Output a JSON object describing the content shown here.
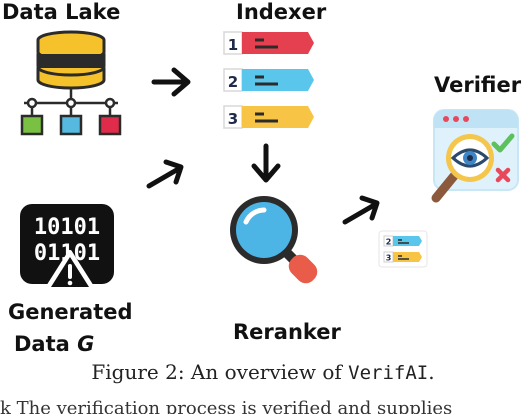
{
  "nodes": {
    "data_lake": "Data Lake",
    "indexer": "Indexer",
    "verifier": "Verifier",
    "generated_line1": "Generated",
    "generated_line2_prefix": "Data ",
    "generated_line2_var": "G",
    "reranker": "Reranker"
  },
  "indexer_items": [
    "1",
    "2",
    "3"
  ],
  "mini_list_items": [
    "2",
    "3"
  ],
  "binary_rows": [
    "10101",
    "01101"
  ],
  "caption": {
    "prefix": "Figure 2: An overview of ",
    "system": "VerifAI",
    "suffix": "."
  },
  "cut_text": "k  The verification process is verified and supplies",
  "colors": {
    "bar_red": "#e5404f",
    "bar_blue": "#5bc6ec",
    "bar_yellow": "#f8c445",
    "db_yellow": "#f6c22c",
    "db_dark": "#2b2b2b",
    "node_green": "#7ac143",
    "node_blue": "#55b9e0",
    "node_red": "#e02c4a",
    "lens_blue": "#4db4e6",
    "handle_red": "#e95c4a",
    "check_green": "#5cc05c",
    "cross_red": "#e8485a"
  }
}
